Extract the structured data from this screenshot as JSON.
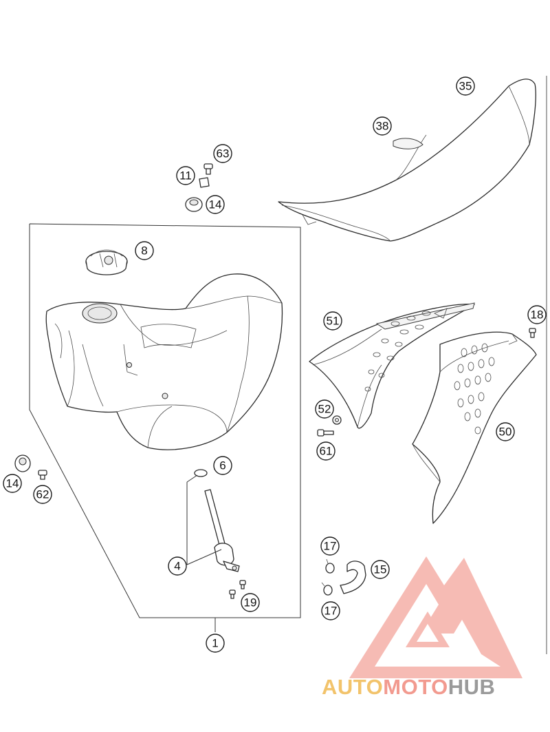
{
  "callouts": {
    "c35": "35",
    "c38": "38",
    "c63": "63",
    "c11": "11",
    "c14a": "14",
    "c8": "8",
    "c51": "51",
    "c18": "18",
    "c50": "50",
    "c52": "52",
    "c61": "61",
    "c14b": "14",
    "c62": "62",
    "c6": "6",
    "c4": "4",
    "c19": "19",
    "c17a": "17",
    "c15": "15",
    "c17b": "17",
    "c1": "1"
  },
  "watermark": {
    "part1": "AUTO",
    "part2": "MOTO",
    "part3": "HUB",
    "colors": {
      "gold": "#f2c36b",
      "salmon": "#f29a8f",
      "gray": "#9a9a9a"
    }
  }
}
